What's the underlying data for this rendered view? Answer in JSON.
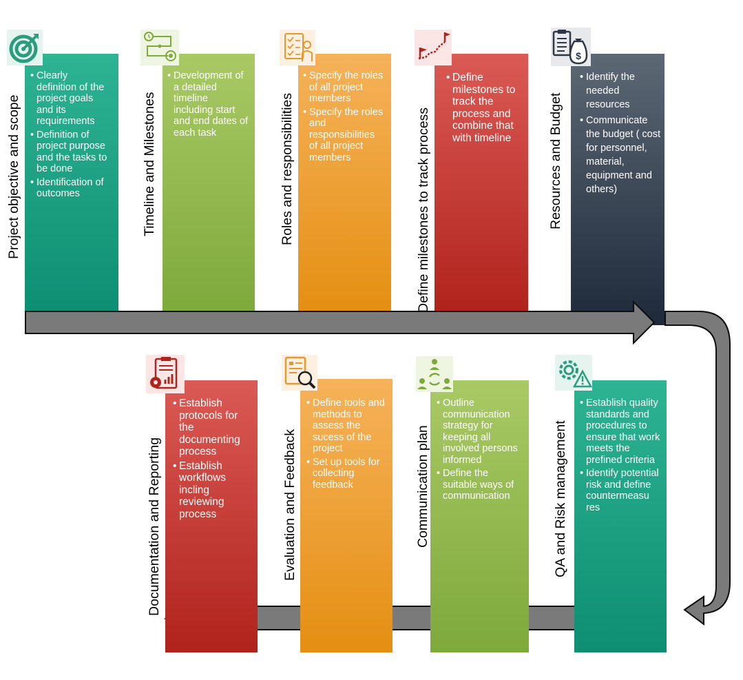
{
  "colors": {
    "teal": [
      "#2db493",
      "#0e8e72"
    ],
    "green": [
      "#a9c965",
      "#7ea93b"
    ],
    "orange": [
      "#f6b25a",
      "#e48f12"
    ],
    "red": [
      "#db5a55",
      "#b0231c"
    ],
    "navy": [
      "#5d6875",
      "#1e2a3a"
    ],
    "arrow_fill": "#7a7a7a",
    "arrow_stroke": "#0d0d0d"
  },
  "top_row": [
    {
      "title": "Project objective and scope",
      "icon": "target-icon",
      "bullets": [
        "Clearly definition of the project goals and its requirements",
        "Definition of project purpose and the tasks to be done",
        "Identification of outcomes"
      ]
    },
    {
      "title": "Timeline and Milestones",
      "icon": "timeline-icon",
      "bullets": [
        "Development of a detailed timeline including start and end dates of each task"
      ]
    },
    {
      "title": "Roles and responsibilities",
      "icon": "checklist-person-icon",
      "bullets": [
        "Specify the roles of all project members",
        "Specify the roles and responsibilities of all project members"
      ]
    },
    {
      "title": "Define milestones to track process",
      "icon": "milestone-flags-icon",
      "bullets": [
        "Define milestones to track the process and combine that with timeline"
      ]
    },
    {
      "title": "Resources and Budget",
      "icon": "clipboard-money-icon",
      "bullets": [
        "Identify the needed resources",
        "Communicate the budget ( cost for personnel, material, equipment and others)"
      ]
    }
  ],
  "bottom_row": [
    {
      "title": "Documentation and Reporting",
      "icon": "report-gear-icon",
      "bullets": [
        "Establish protocols for the documenting process",
        "Establish workflows incling reviewing process"
      ]
    },
    {
      "title": "Evaluation and Feedback",
      "icon": "document-search-icon",
      "bullets": [
        "Define tools and methods to assess the sucess of the project",
        "Set up tools for collecting feedback"
      ]
    },
    {
      "title": "Communication plan",
      "icon": "people-network-icon",
      "bullets": [
        "Outline communication strategy for keeping all involved persons informed",
        "Define the suitable ways of communication"
      ]
    },
    {
      "title": "QA and Risk management",
      "icon": "gear-warning-icon",
      "bullets": [
        "Establish quality standards and procedures to ensure that work meets the prefined criteria",
        "Identify potential risk and define countermeasu res"
      ]
    }
  ]
}
